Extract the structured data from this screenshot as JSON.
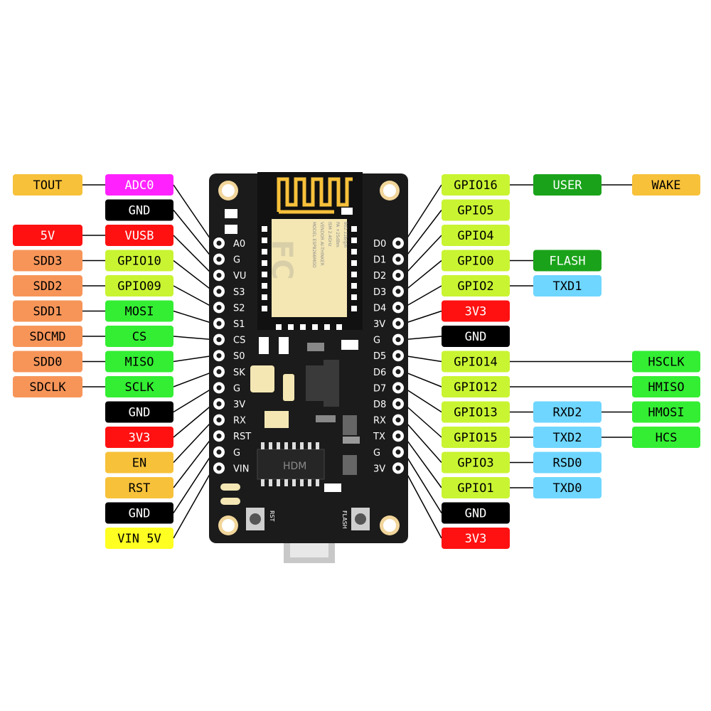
{
  "colors": {
    "orange": "#f7c13a",
    "magenta": "#ff22ff",
    "black": "#000000",
    "red": "#ff1111",
    "salmon": "#f79559",
    "lime": "#c9f432",
    "green": "#33ee33",
    "darkgreen": "#1aa31a",
    "cyan": "#6fd6ff",
    "yellow": "#ffff22",
    "board": "#1b1b1b"
  },
  "board": {
    "left_pins": [
      "A0",
      "G",
      "VU",
      "S3",
      "S2",
      "S1",
      "CS",
      "S0",
      "SK",
      "G",
      "3V",
      "RX",
      "RST",
      "G",
      "VIN"
    ],
    "right_pins": [
      "D0",
      "D1",
      "D2",
      "D3",
      "D4",
      "3V",
      "G",
      "D5",
      "D6",
      "D7",
      "D8",
      "RX",
      "TX",
      "G",
      "3V"
    ],
    "module_lines": [
      "MODEL  ESP8266MOD",
      "VENDOR  AI-THINKER",
      "ISM 2.4GHz",
      "PA  +25dBm",
      "802.11b/g/n"
    ],
    "module_logo": "FC",
    "chip_text": "HDM",
    "rst_button": "RST",
    "flash_button": "FLASH"
  },
  "left_labels": [
    [
      {
        "text": "TOUT",
        "color": "orange"
      },
      {
        "text": "ADC0",
        "color": "magenta"
      }
    ],
    [
      {
        "text": "GND",
        "color": "black"
      }
    ],
    [
      {
        "text": "5V",
        "color": "red"
      },
      {
        "text": "VUSB",
        "color": "red"
      }
    ],
    [
      {
        "text": "SDD3",
        "color": "salmon"
      },
      {
        "text": "GPIO10",
        "color": "lime"
      }
    ],
    [
      {
        "text": "SDD2",
        "color": "salmon"
      },
      {
        "text": "GPIO09",
        "color": "lime"
      }
    ],
    [
      {
        "text": "SDD1",
        "color": "salmon"
      },
      {
        "text": "MOSI",
        "color": "green"
      }
    ],
    [
      {
        "text": "SDCMD",
        "color": "salmon"
      },
      {
        "text": "CS",
        "color": "green"
      }
    ],
    [
      {
        "text": "SDD0",
        "color": "salmon"
      },
      {
        "text": "MISO",
        "color": "green"
      }
    ],
    [
      {
        "text": "SDCLK",
        "color": "salmon"
      },
      {
        "text": "SCLK",
        "color": "green"
      }
    ],
    [
      {
        "text": "GND",
        "color": "black"
      }
    ],
    [
      {
        "text": "3V3",
        "color": "red"
      }
    ],
    [
      {
        "text": "EN",
        "color": "orange"
      }
    ],
    [
      {
        "text": "RST",
        "color": "orange"
      }
    ],
    [
      {
        "text": "GND",
        "color": "black"
      }
    ],
    [
      {
        "text": "VIN 5V",
        "color": "yellow"
      }
    ]
  ],
  "right_labels": [
    [
      {
        "text": "GPIO16",
        "color": "lime"
      },
      {
        "text": "USER",
        "color": "darkgreen"
      },
      {
        "text": "WAKE",
        "color": "orange"
      }
    ],
    [
      {
        "text": "GPIO5",
        "color": "lime"
      }
    ],
    [
      {
        "text": "GPIO4",
        "color": "lime"
      }
    ],
    [
      {
        "text": "GPIO0",
        "color": "lime"
      },
      {
        "text": "FLASH",
        "color": "darkgreen"
      }
    ],
    [
      {
        "text": "GPIO2",
        "color": "lime"
      },
      {
        "text": "TXD1",
        "color": "cyan"
      }
    ],
    [
      {
        "text": "3V3",
        "color": "red"
      }
    ],
    [
      {
        "text": "GND",
        "color": "black"
      }
    ],
    [
      {
        "text": "GPIO14",
        "color": "lime"
      },
      null,
      {
        "text": "HSCLK",
        "color": "green"
      }
    ],
    [
      {
        "text": "GPIO12",
        "color": "lime"
      },
      null,
      {
        "text": "HMISO",
        "color": "green"
      }
    ],
    [
      {
        "text": "GPIO13",
        "color": "lime"
      },
      {
        "text": "RXD2",
        "color": "cyan"
      },
      {
        "text": "HMOSI",
        "color": "green"
      }
    ],
    [
      {
        "text": "GPIO15",
        "color": "lime"
      },
      {
        "text": "TXD2",
        "color": "cyan"
      },
      {
        "text": "HCS",
        "color": "green"
      }
    ],
    [
      {
        "text": "GPIO3",
        "color": "lime"
      },
      {
        "text": "RSD0",
        "color": "cyan"
      }
    ],
    [
      {
        "text": "GPIO1",
        "color": "lime"
      },
      {
        "text": "TXD0",
        "color": "cyan"
      }
    ],
    [
      {
        "text": "GND",
        "color": "black"
      }
    ],
    [
      {
        "text": "3V3",
        "color": "red"
      }
    ]
  ]
}
